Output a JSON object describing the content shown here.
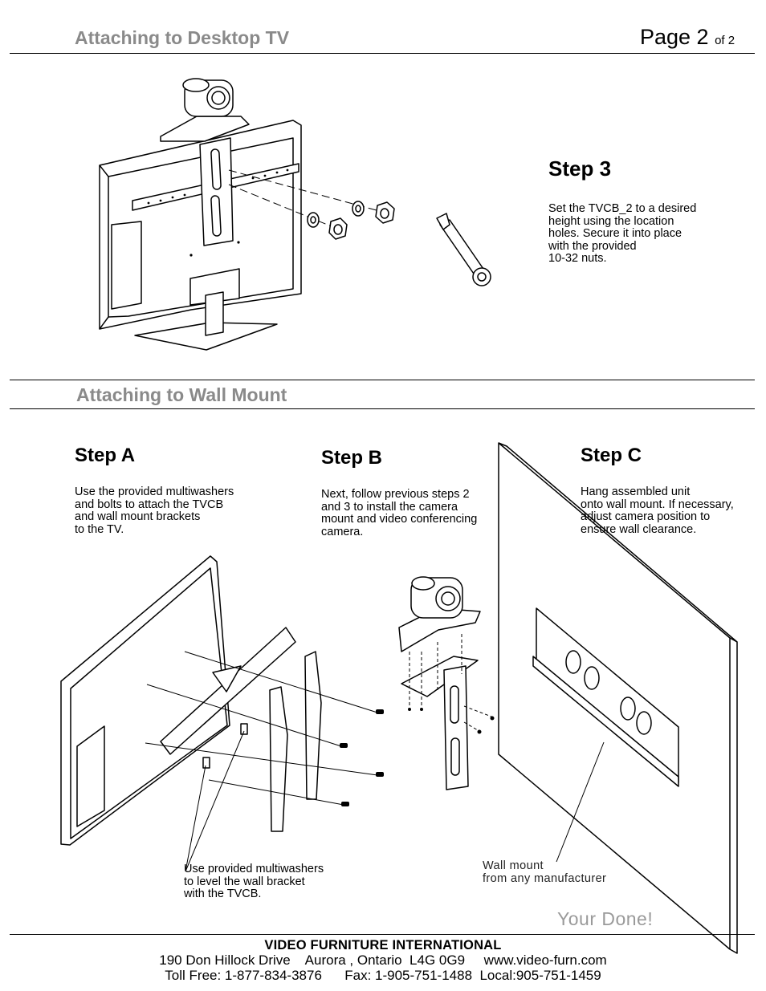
{
  "header": {
    "section1_title": "Attaching to Desktop TV",
    "page_label": "Page 2",
    "page_of": "of 2"
  },
  "step3": {
    "title": "Step 3",
    "text": "Set the TVCB_2 to a desired\nheight using the location\nholes. Secure it into place\nwith the provided\n10-32 nuts."
  },
  "section2_title": "Attaching to Wall Mount",
  "stepA": {
    "title": "Step A",
    "text": "Use the provided multiwashers\nand bolts to attach the TVCB\nand wall mount brackets\nto the TV."
  },
  "stepB": {
    "title": "Step B",
    "text": "Next, follow previous steps 2\nand 3 to install the camera\nmount and video conferencing\ncamera."
  },
  "stepC": {
    "title": "Step C",
    "text": "Hang assembled unit\nonto wall mount. If necessary,\nadjust camera position to\nensure wall clearance."
  },
  "callouts": {
    "multiwashers": "Use provided multiwashers\nto level the wall bracket\nwith the TVCB.",
    "wall_mount": "Wall mount\nfrom any manufacturer",
    "done": "Your Done!"
  },
  "footer": {
    "company": "VIDEO FURNITURE INTERNATIONAL",
    "address_line": "190 Don Hillock Drive    Aurora , Ontario  L4G 0G9     www.video-furn.com",
    "phone_line": "Toll Free: 1-877-834-3876      Fax: 1-905-751-1488  Local:905-751-1459"
  }
}
